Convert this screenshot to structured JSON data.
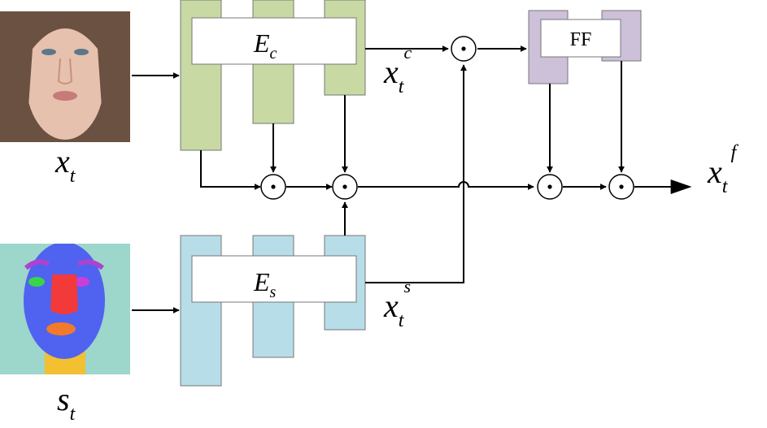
{
  "diagram": {
    "inputs": {
      "face_symbol": "x",
      "face_subscript": "t",
      "seg_symbol": "s",
      "seg_subscript": "t"
    },
    "encoders": {
      "content_symbol": "E",
      "content_subscript": "c",
      "style_symbol": "E",
      "style_subscript": "s"
    },
    "features": {
      "content_symbol": "x",
      "content_subscript": "t",
      "content_superscript": "c",
      "style_symbol": "x",
      "style_subscript": "t",
      "style_superscript": "s"
    },
    "fusion_block": {
      "label": "FF"
    },
    "output": {
      "symbol": "x",
      "subscript": "t",
      "superscript": "f"
    },
    "operator_symbol": "⊙",
    "colors": {
      "content_encoder": "#c8d9a4",
      "style_encoder": "#b7dde8",
      "fusion": "#cdc0d9",
      "face_skin": "#e6c1ae",
      "face_hair": "#6b5141",
      "seg_face": "#4f63f0",
      "seg_hair": "#9dd6cb",
      "seg_nose": "#f23a3a",
      "seg_lips": "#f27a2a",
      "seg_neck": "#f2c030",
      "seg_brow": "#a944d1",
      "seg_eye_left": "#37d648",
      "seg_eye_right": "#c93ed8"
    }
  }
}
